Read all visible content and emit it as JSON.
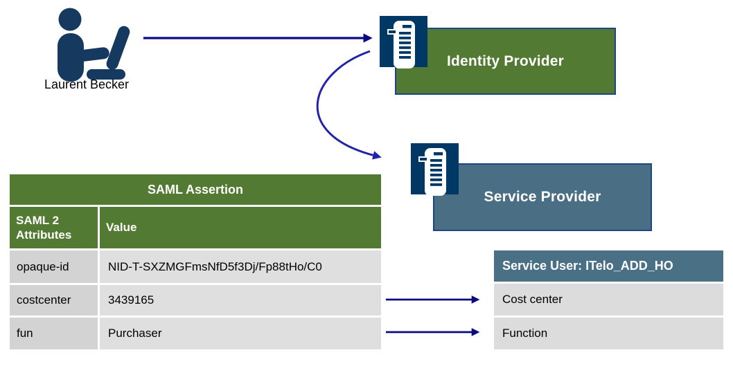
{
  "user": {
    "name": "Laurent Becker"
  },
  "identity_provider": {
    "label": "Identity Provider"
  },
  "service_provider": {
    "label": "Service Provider"
  },
  "saml_table": {
    "title": "SAML Assertion",
    "columns": {
      "attribute": "SAML 2 Attributes",
      "value": "Value"
    },
    "rows": [
      {
        "attribute": "opaque-id",
        "value": "NID-T-SXZMGFmsNfD5f3Dj/Fp88tHo/C0"
      },
      {
        "attribute": "costcenter",
        "value": "3439165"
      },
      {
        "attribute": "fun",
        "value": "Purchaser"
      }
    ]
  },
  "service_user_table": {
    "title": "Service User: ITelo_ADD_HO",
    "rows": [
      {
        "label": "Cost center"
      },
      {
        "label": "Function"
      }
    ]
  },
  "icons": {
    "person": "user-at-laptop-icon",
    "identity_provider": "server-icon",
    "service_provider": "server-icon"
  },
  "colors": {
    "green_box": "#527A32",
    "slate_blue_box": "#4A6E84",
    "service_header_blue": "#4A7086",
    "icon_navy": "#003865",
    "person_navy": "#16395F",
    "arrow_navy": "#0A0A85",
    "arrow_blue": "#2222AA",
    "box_border_blue": "#1C4587",
    "cell_gray_dark": "#D3D3D3",
    "cell_gray_light": "#DFDFDF",
    "svc_row_gray": "#DCDCDC"
  }
}
